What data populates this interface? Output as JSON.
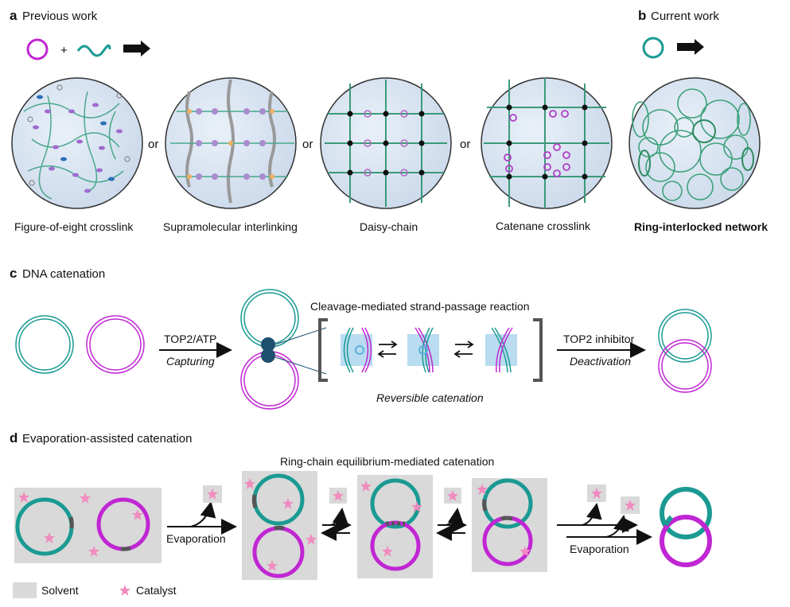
{
  "panel_a": {
    "letter": "a",
    "title": "Previous work",
    "plus": "+",
    "or": "or"
  },
  "panel_b": {
    "letter": "b",
    "title": "Current work"
  },
  "network_labels": [
    "Figure-of-eight crosslink",
    "Supramolecular interlinking",
    "Daisy-chain",
    "Catenane crosslink",
    "Ring-interlocked network"
  ],
  "panel_c": {
    "letter": "c",
    "title": "DNA catenation",
    "reagent": "TOP2/ATP",
    "step1": "Capturing",
    "mechanism": "Cleavage-mediated strand-passage reaction",
    "reversible": "Reversible catenation",
    "inhibitor": "TOP2 inhibitor",
    "step2": "Deactivation"
  },
  "panel_d": {
    "letter": "d",
    "title": "Evaporation-assisted catenation",
    "mechanism": "Ring-chain equilibrium-mediated catenation",
    "evaporation": "Evaporation",
    "legend_solvent": "Solvent",
    "legend_catalyst": "Catalyst"
  },
  "colors": {
    "teal": "#1a9a93",
    "magenta": "#c026d3",
    "grey_box": "#d9d9d9",
    "sphere": "#dbe6f3",
    "star": "#f08cc0"
  }
}
